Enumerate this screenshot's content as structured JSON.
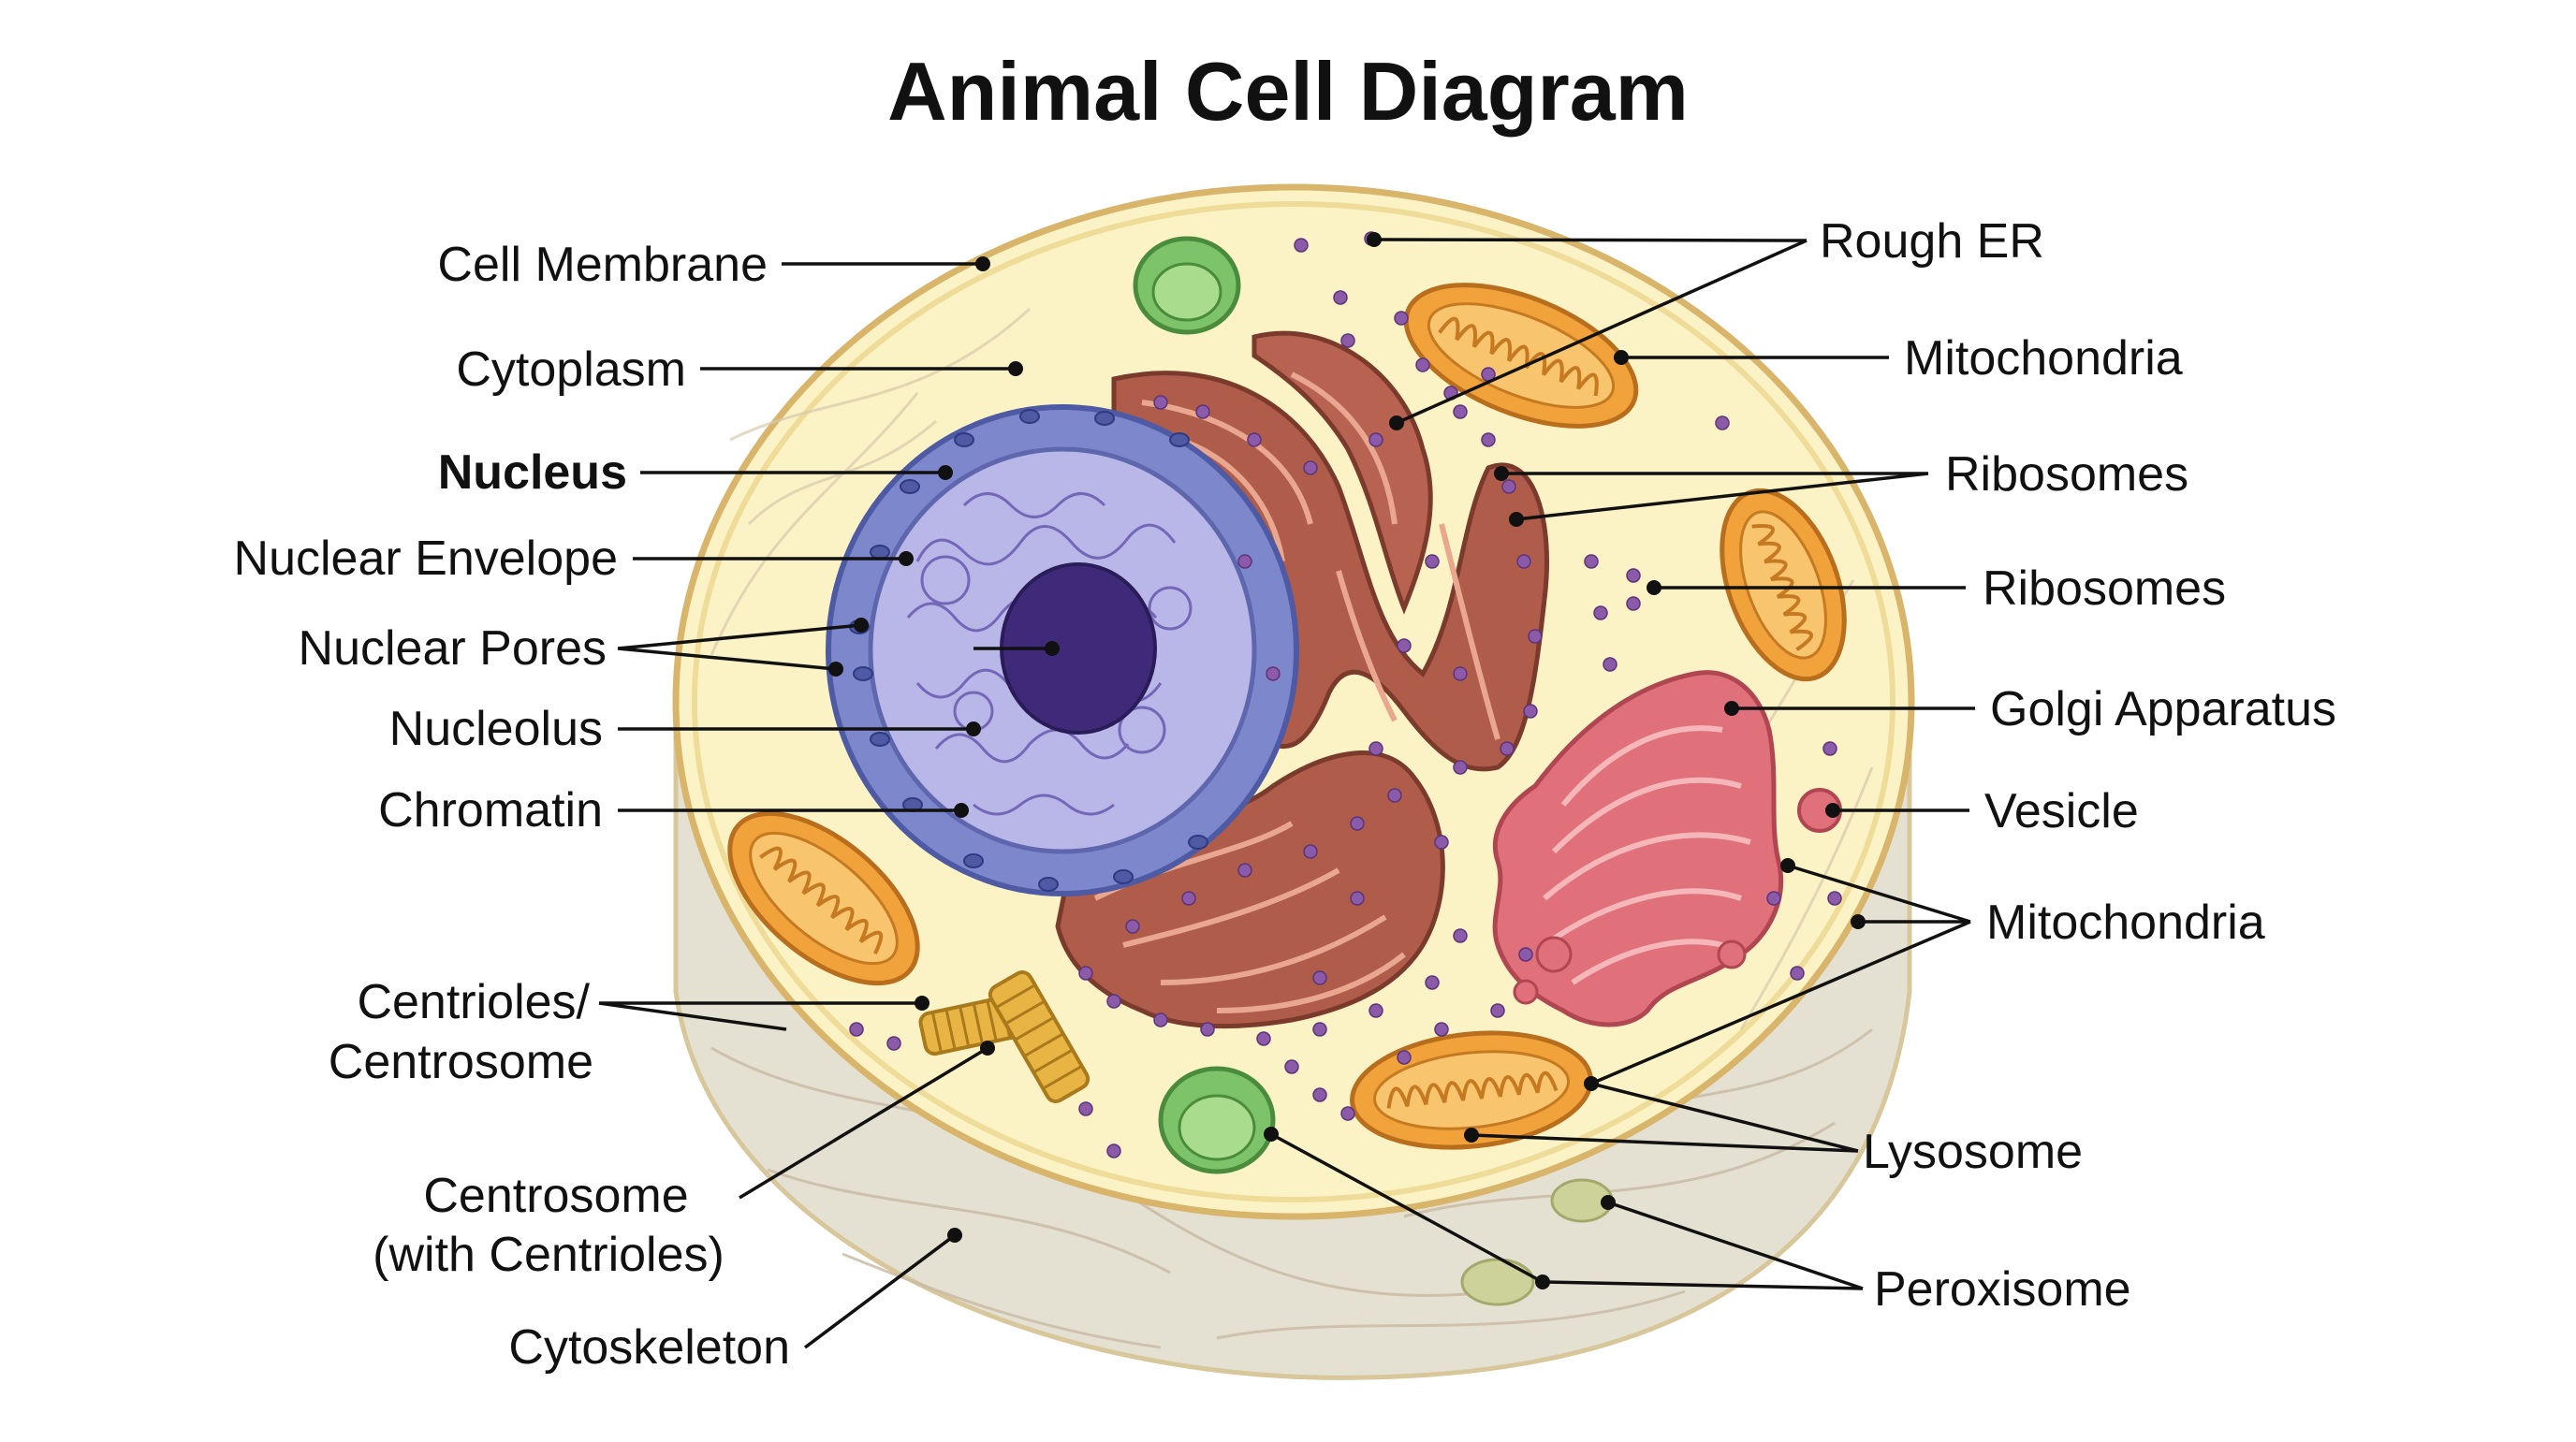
{
  "title": "Animal Cell Diagram",
  "labels": {
    "cell_membrane": "Cell Membrane",
    "cytoplasm": "Cytoplasm",
    "nucleus": "Nucleus",
    "nuclear_envelope": "Nuclear Envelope",
    "nuclear_pores": "Nuclear Pores",
    "nucleolus": "Nucleolus",
    "chromatin": "Chromatin",
    "centrioles_line1": "Centrioles/",
    "centrioles_line2": "Centrosome",
    "centrosome_line1": "Centrosome",
    "centrosome_line2": "(with Centrioles)",
    "cytoskeleton": "Cytoskeleton",
    "rough_er": "Rough ER",
    "mitochondria_top": "Mitochondria",
    "ribosomes_1": "Ribosomes",
    "ribosomes_2": "Ribosomes",
    "golgi": "Golgi Apparatus",
    "vesicle": "Vesicle",
    "mitochondria_right": "Mitochondria",
    "lysosome": "Lysosome",
    "peroxisome": "Peroxisome"
  },
  "colors": {
    "cytoplasm": "#fbf3c6",
    "membrane": "#d8b56a",
    "cell_side": "#e4e1d3",
    "nucleus": "#7c87cc",
    "nucleus_inner": "#b9b6e8",
    "nucleolus": "#3e2a78",
    "rough_er": "#b05c4a",
    "golgi": "#e0707a",
    "mitochondria": "#f2a23a",
    "lysosome_green": "#7cc36a",
    "ribosome": "#8b5aa8",
    "peroxisome": "#cdd29a",
    "centriole": "#e8b444"
  }
}
